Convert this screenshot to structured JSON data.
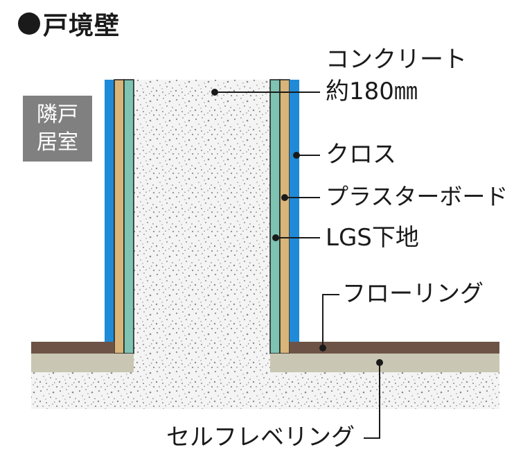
{
  "title": "戸境壁",
  "room_tag": {
    "line1": "隣戸",
    "line2": "居室"
  },
  "labels": {
    "concrete": "コンクリート",
    "concrete_thickness": "約180㎜",
    "cloth": "クロス",
    "plasterboard": "プラスターボード",
    "lgs": "LGS下地",
    "flooring": "フローリング",
    "self_leveling": "セルフレベリング"
  },
  "colors": {
    "cloth": "#1f8ad8",
    "plasterboard": "#d9b57a",
    "lgs": "#7fc3b2",
    "flooring": "#6d5346",
    "self_leveling": "#c9c6b3",
    "concrete_fill": "#f4f4f4",
    "concrete_speckle": "#8a8a8a",
    "room_tag": "#808080",
    "leader": "#1a1a1a"
  }
}
